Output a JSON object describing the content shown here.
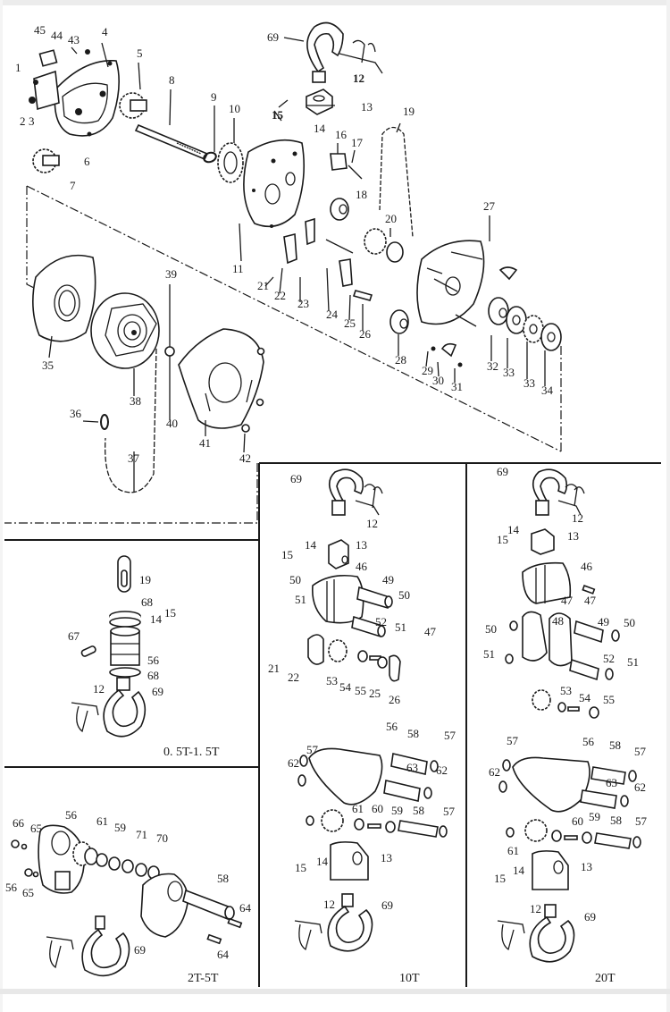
{
  "diagram": {
    "title": "Chain hoist exploded parts diagram",
    "main_assembly": {
      "labels": [
        "1",
        "2",
        "3",
        "4",
        "5",
        "6",
        "7",
        "8",
        "9",
        "10",
        "11",
        "12",
        "13",
        "14",
        "15",
        "16",
        "17",
        "18",
        "19",
        "20",
        "21",
        "22",
        "23",
        "24",
        "25",
        "26",
        "27",
        "28",
        "29",
        "30",
        "31",
        "32",
        "33",
        "33",
        "34",
        "35",
        "36",
        "37",
        "38",
        "39",
        "40",
        "41",
        "42",
        "43",
        "44",
        "45",
        "69"
      ]
    },
    "panels": [
      {
        "id": "0.5T-1.5T",
        "caption": "0. 5T-1. 5T",
        "labels": [
          "19",
          "68",
          "14",
          "15",
          "67",
          "56",
          "68",
          "12",
          "69"
        ]
      },
      {
        "id": "2T-5T",
        "caption": "2T-5T",
        "labels": [
          "66",
          "65",
          "56",
          "61",
          "59",
          "71",
          "70",
          "56",
          "65",
          "58",
          "64",
          "64",
          "69"
        ]
      },
      {
        "id": "10T",
        "caption": "10T",
        "labels": [
          "69",
          "12",
          "14",
          "13",
          "15",
          "46",
          "50",
          "49",
          "50",
          "51",
          "52",
          "51",
          "47",
          "21",
          "22",
          "53",
          "54",
          "55",
          "25",
          "26",
          "57",
          "56",
          "58",
          "57",
          "62",
          "63",
          "62",
          "61",
          "60",
          "59",
          "58",
          "57",
          "15",
          "14",
          "13",
          "12",
          "69"
        ]
      },
      {
        "id": "20T",
        "caption": "20T",
        "labels": [
          "69",
          "12",
          "14",
          "15",
          "13",
          "46",
          "47",
          "47",
          "50",
          "48",
          "49",
          "50",
          "51",
          "52",
          "51",
          "53",
          "54",
          "55",
          "57",
          "56",
          "58",
          "57",
          "62",
          "63",
          "62",
          "60",
          "59",
          "58",
          "57",
          "61",
          "14",
          "13",
          "15",
          "12",
          "69"
        ]
      }
    ],
    "colors": {
      "ink": "#1a1a1a",
      "paper": "#ffffff",
      "frame": "#ececec"
    }
  }
}
